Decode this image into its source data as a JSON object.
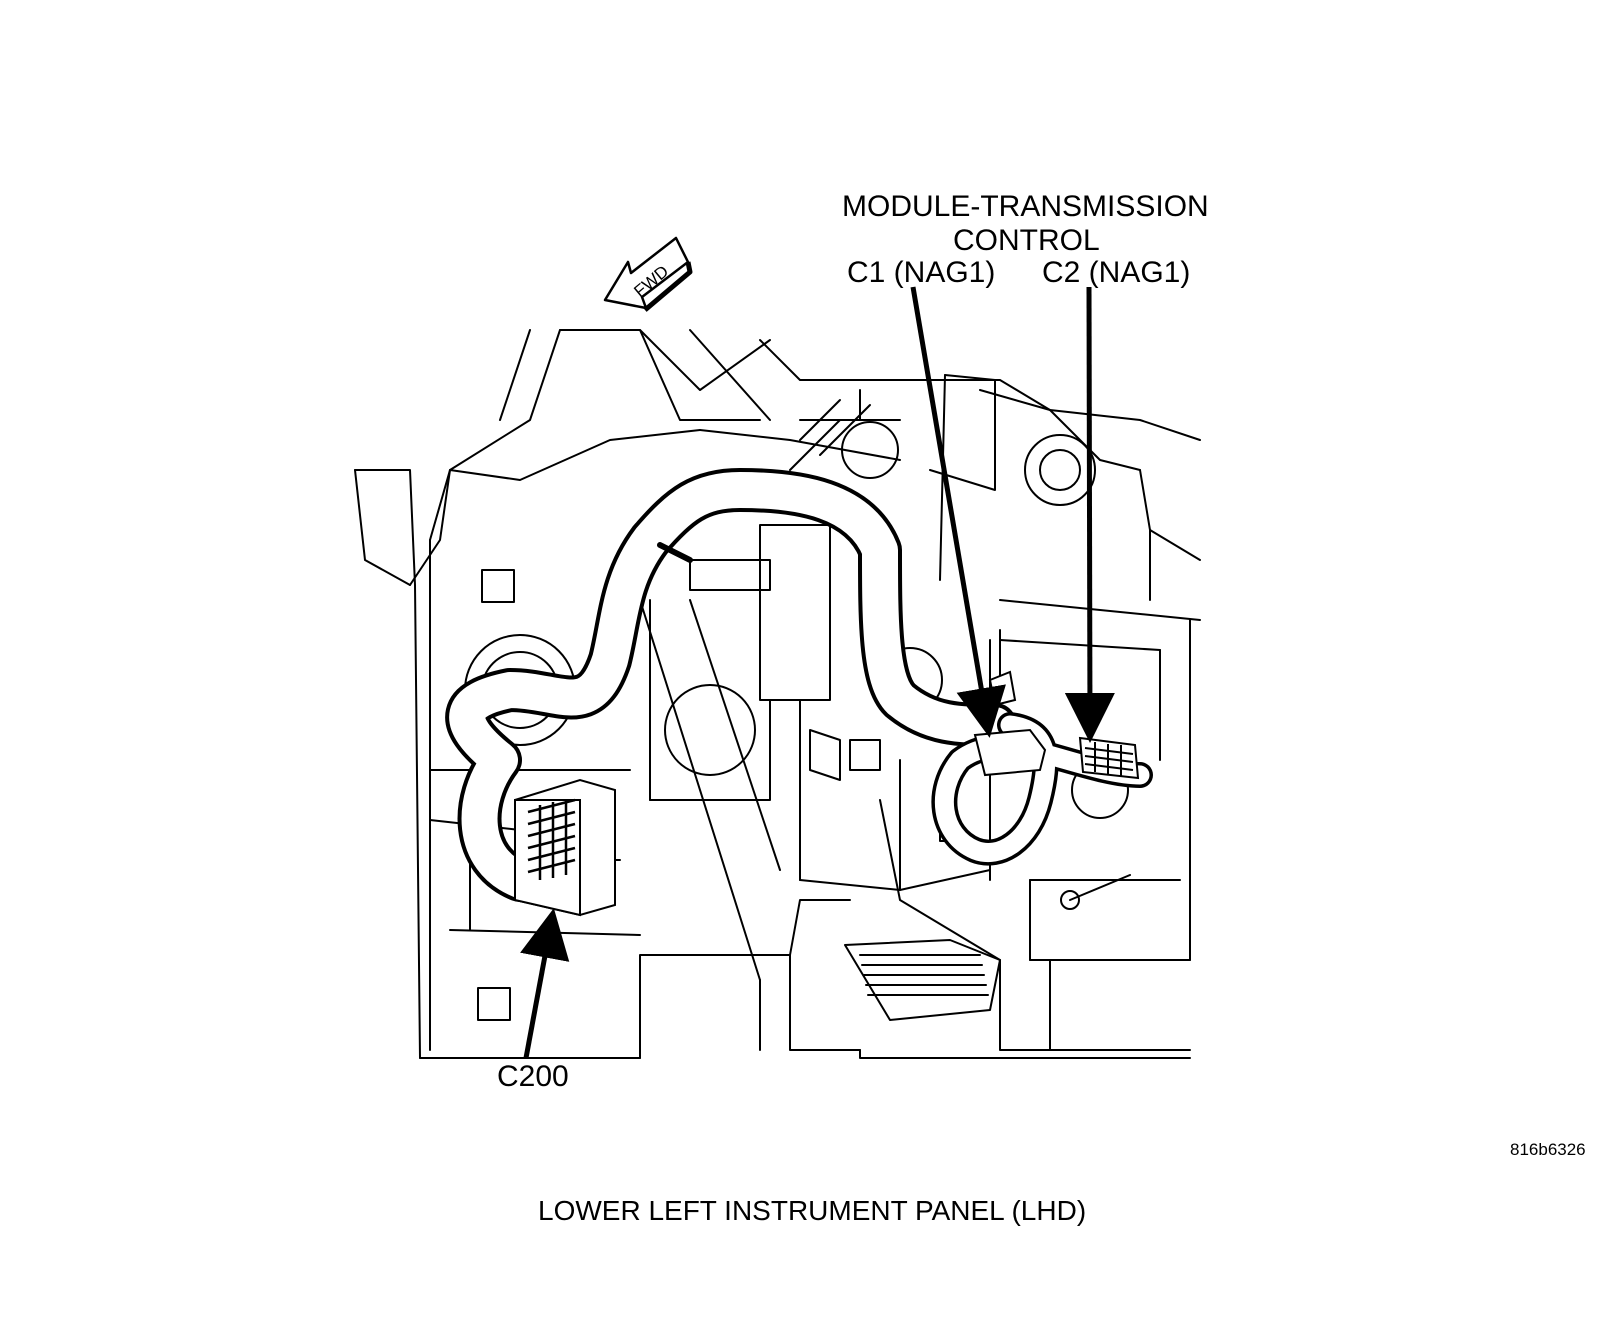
{
  "labels": {
    "module_line1": "MODULE-TRANSMISSION",
    "module_line2": "CONTROL",
    "c1": "C1 (NAG1)",
    "c2": "C2 (NAG1)",
    "c200": "C200",
    "fwd": "FWD",
    "ref_code": "816b6326",
    "caption": "LOWER LEFT INSTRUMENT PANEL  (LHD)"
  },
  "colors": {
    "line": "#000000",
    "background": "#ffffff"
  }
}
